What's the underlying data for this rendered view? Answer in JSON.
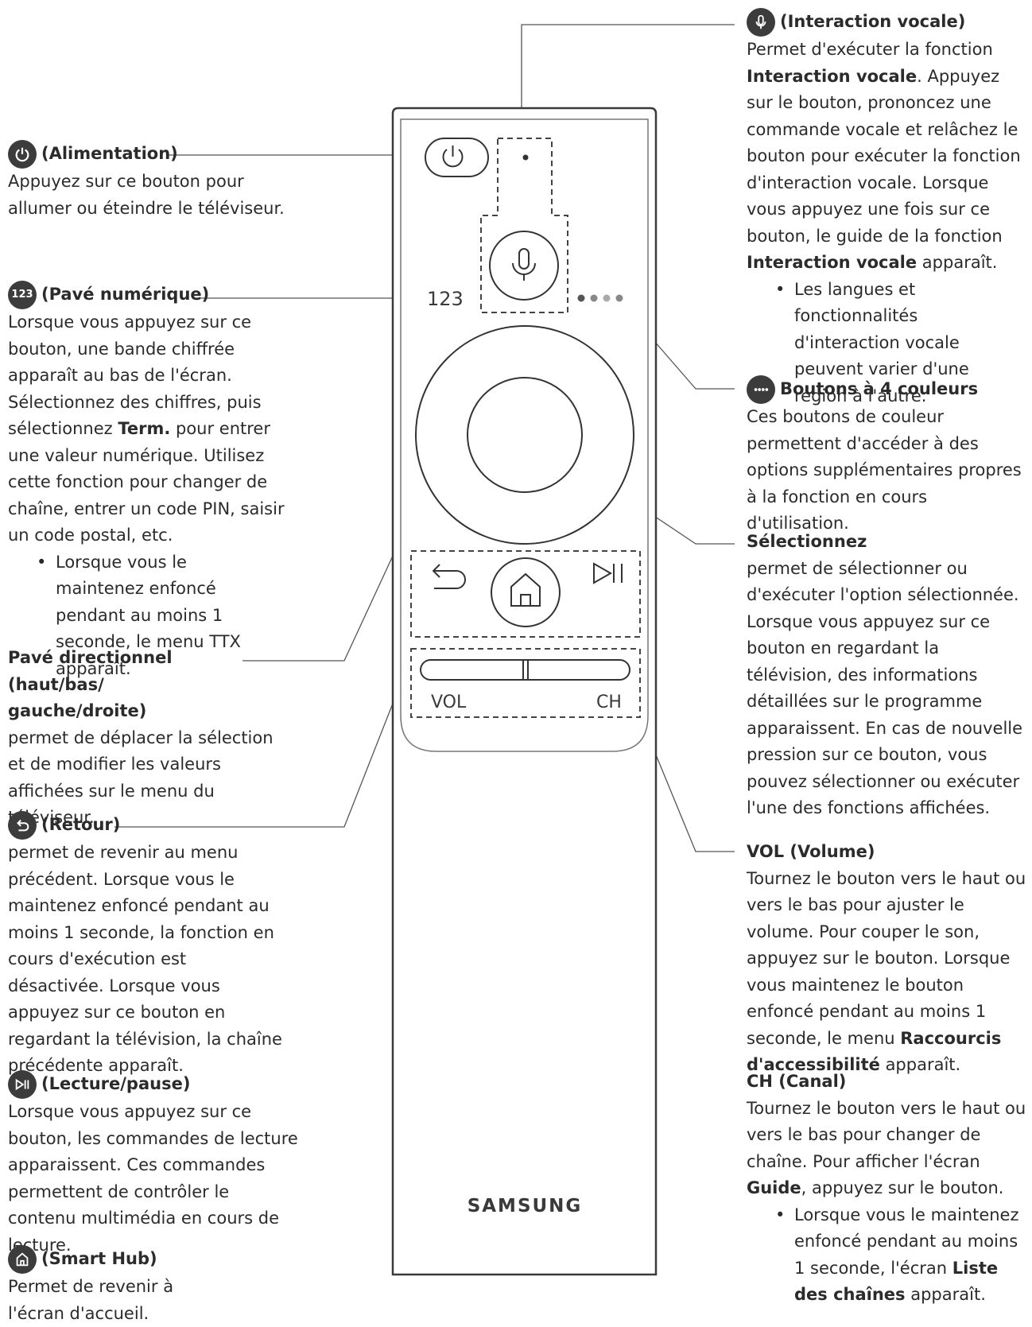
{
  "remote": {
    "numpad_label": "123",
    "vol_label": "VOL",
    "ch_label": "CH",
    "brand": "SAMSUNG"
  },
  "left": {
    "power": {
      "title": "(Alimentation)",
      "desc": "Appuyez sur ce bouton pour allumer ou éteindre le téléviseur."
    },
    "numpad": {
      "badge": "123",
      "title": "(Pavé numérique)",
      "desc_before": "Lorsque vous appuyez sur ce bouton, une bande chiffrée apparaît au bas de l'écran. Sélectionnez des chiffres, puis sélectionnez ",
      "desc_bold": "Term.",
      "desc_after": " pour entrer une valeur numérique. Utilisez cette fonction pour changer de chaîne, entrer un code PIN, saisir un code postal, etc.",
      "bullet": "Lorsque vous le maintenez enfoncé pendant au moins 1 seconde, le menu TTX apparaît."
    },
    "dpad": {
      "title": "Pavé directionnel (haut/bas/ gauche/droite)",
      "desc": "permet de déplacer la sélection et de modifier les valeurs affichées sur le menu du téléviseur."
    },
    "back": {
      "title": "(Retour)",
      "desc": "permet de revenir au menu précédent. Lorsque vous le maintenez enfoncé pendant au moins 1 seconde, la fonction en cours d'exécution est désactivée. Lorsque vous appuyez sur ce bouton en regardant la télévision, la chaîne précédente apparaît."
    },
    "playpause": {
      "title": "(Lecture/pause)",
      "desc": "Lorsque vous appuyez sur ce bouton, les commandes de lecture apparaissent. Ces commandes permettent de contrôler le contenu multimédia en cours de lecture."
    },
    "smarthub": {
      "title": "(Smart Hub)",
      "desc": "Permet de revenir à l'écran d'accueil."
    }
  },
  "right": {
    "voice": {
      "title": "(Interaction vocale)",
      "desc_1": "Permet d'exécuter la fonction ",
      "desc_bold_1": "Interaction vocale",
      "desc_2": ". Appuyez sur le bouton, prononcez une commande vocale et relâchez le bouton pour exécuter la fonction d'interaction vocale. Lorsque vous appuyez une fois sur ce bouton, le guide de la fonction ",
      "desc_bold_2": "Interaction vocale",
      "desc_3": " apparaît.",
      "bullet": "Les langues et fonctionnalités d'interaction vocale peuvent varier d'une région à l'autre."
    },
    "colors": {
      "title": "Boutons à 4 couleurs",
      "desc": "Ces boutons de couleur permettent d'accéder à des options supplémentaires propres à la fonction en cours d'utilisation."
    },
    "select": {
      "title": "Sélectionnez",
      "desc": "permet de sélectionner ou d'exécuter l'option sélectionnée. Lorsque vous appuyez sur ce bouton en regardant la télévision, des informations détaillées sur le programme apparaissent. En cas de nouvelle pression sur ce bouton, vous pouvez sélectionner ou exécuter l'une des fonctions affichées."
    },
    "vol": {
      "title": "VOL (Volume)",
      "desc_1": "Tournez le bouton vers le haut ou vers le bas pour ajuster le volume. Pour couper le son, appuyez sur le bouton. Lorsque vous maintenez le bouton enfoncé pendant au moins 1 seconde, le menu ",
      "desc_bold": "Raccourcis d'accessibilité",
      "desc_2": " apparaît."
    },
    "ch": {
      "title": "CH (Canal)",
      "desc_1": "Tournez le bouton vers le haut ou vers le bas pour changer de chaîne. Pour afficher l'écran ",
      "desc_bold": "Guide",
      "desc_2": ", appuyez sur le bouton.",
      "bullet_1": "Lorsque vous le maintenez enfoncé pendant au moins 1 seconde, l'écran ",
      "bullet_bold": "Liste des chaînes",
      "bullet_2": " apparaît."
    }
  }
}
